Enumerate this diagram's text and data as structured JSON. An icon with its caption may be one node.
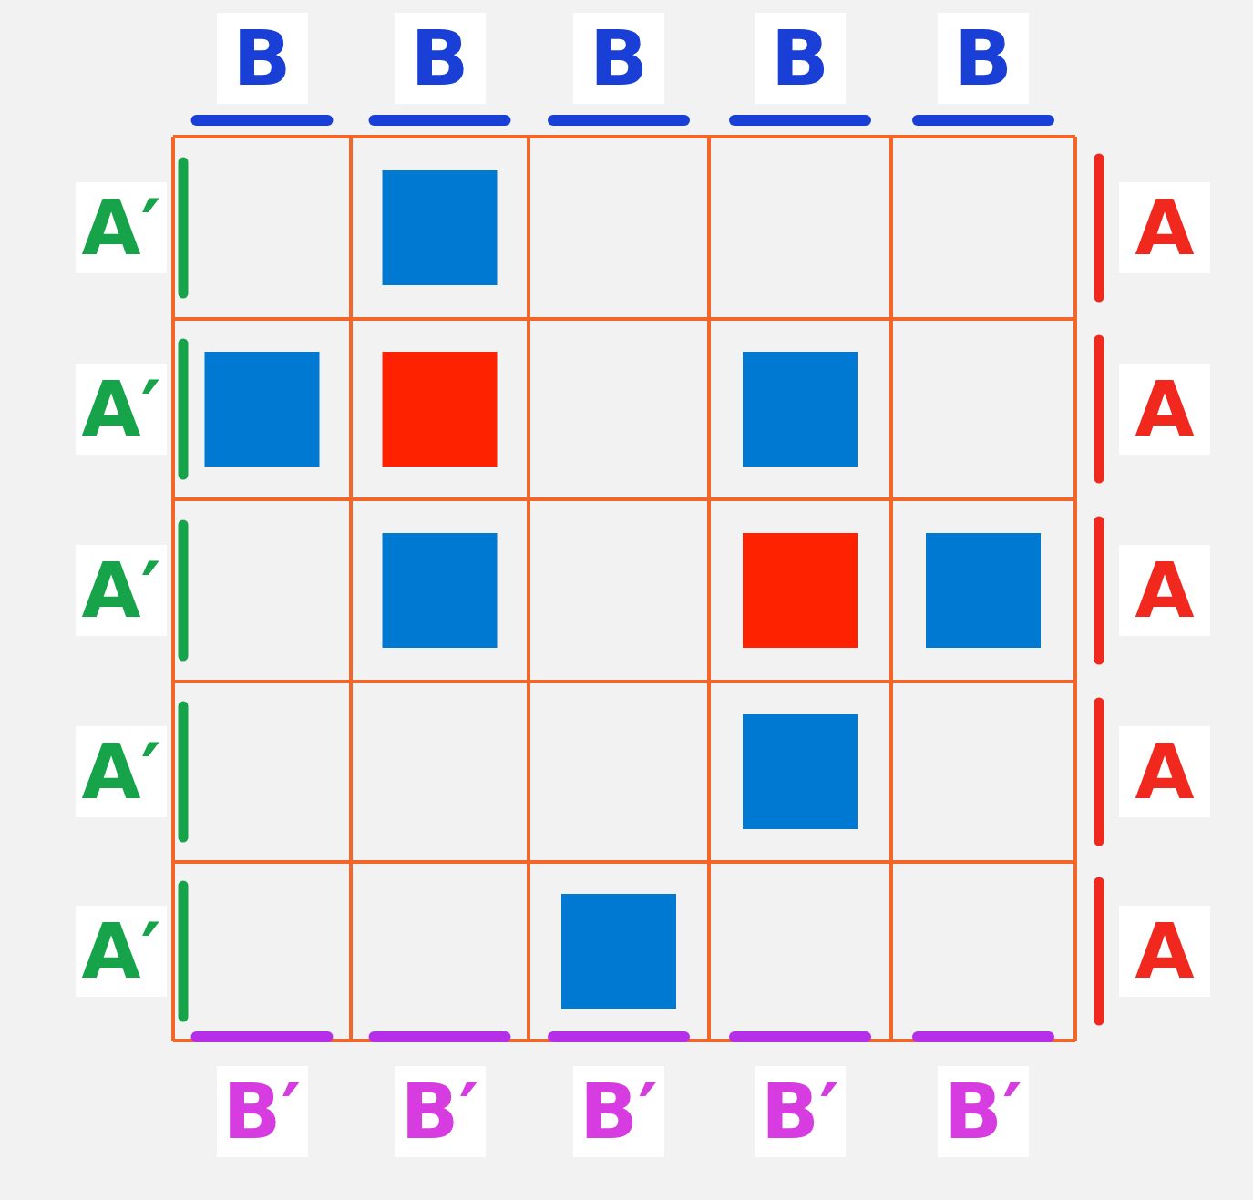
{
  "diagram": {
    "labels": [
      "B",
      "B",
      "B",
      "B",
      "B",
      "A′",
      "A",
      "A′",
      "A",
      "A′",
      "A",
      "A′",
      "A",
      "A′",
      "A",
      "B′",
      "B′",
      "B′",
      "B′",
      "B′"
    ]
  }
}
